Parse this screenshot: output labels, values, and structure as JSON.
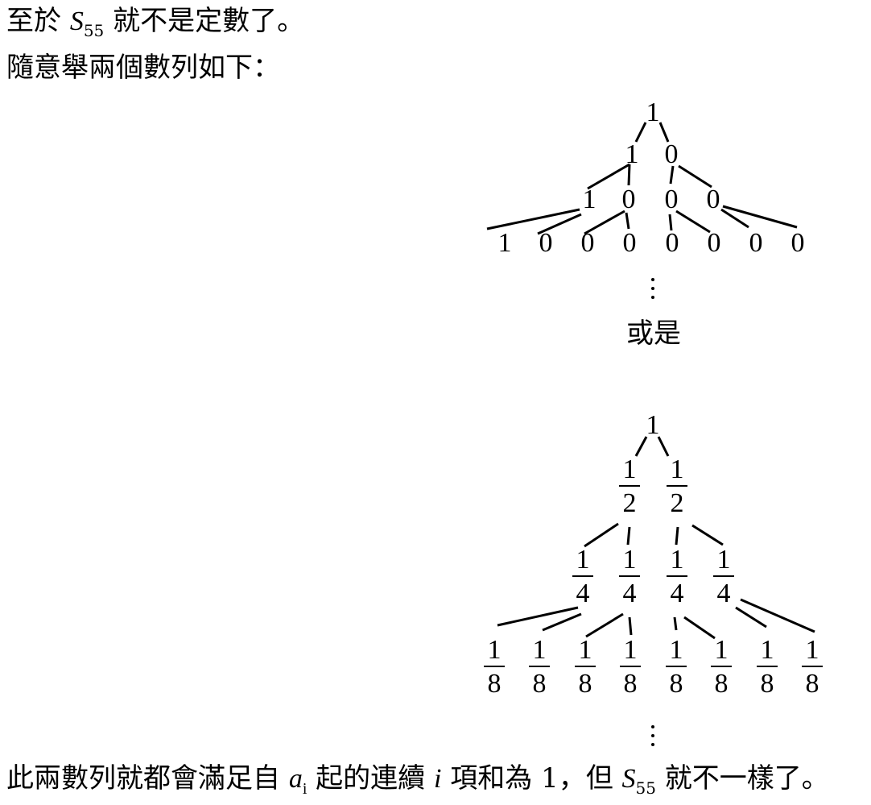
{
  "line1": {
    "pre": "至於 ",
    "S": "S",
    "sub": "55",
    "post": " 就不是定數了。"
  },
  "line2": "隨意舉兩個數列如下：",
  "tree1": {
    "root": "1",
    "level1": [
      "1",
      "0"
    ],
    "level2": [
      "1",
      "0",
      "0",
      "0"
    ],
    "level3": [
      "1",
      "0",
      "0",
      "0",
      "0",
      "0",
      "0",
      "0"
    ]
  },
  "caption": "或是",
  "tree2": {
    "root": "1",
    "level1": [
      {
        "num": "1",
        "den": "2"
      },
      {
        "num": "1",
        "den": "2"
      }
    ],
    "level2": [
      {
        "num": "1",
        "den": "4"
      },
      {
        "num": "1",
        "den": "4"
      },
      {
        "num": "1",
        "den": "4"
      },
      {
        "num": "1",
        "den": "4"
      }
    ],
    "level3": [
      {
        "num": "1",
        "den": "8"
      },
      {
        "num": "1",
        "den": "8"
      },
      {
        "num": "1",
        "den": "8"
      },
      {
        "num": "1",
        "den": "8"
      },
      {
        "num": "1",
        "den": "8"
      },
      {
        "num": "1",
        "den": "8"
      },
      {
        "num": "1",
        "den": "8"
      },
      {
        "num": "1",
        "den": "8"
      }
    ]
  },
  "line_last": {
    "p1": "此兩數列就都會滿足自 ",
    "a": "a",
    "a_sub": "i",
    "p2": " 起的連續 ",
    "i": "i",
    "p3": " 項和為 1，但 ",
    "S": "S",
    "S_sub": "55",
    "p4": " 就不一樣了。"
  }
}
